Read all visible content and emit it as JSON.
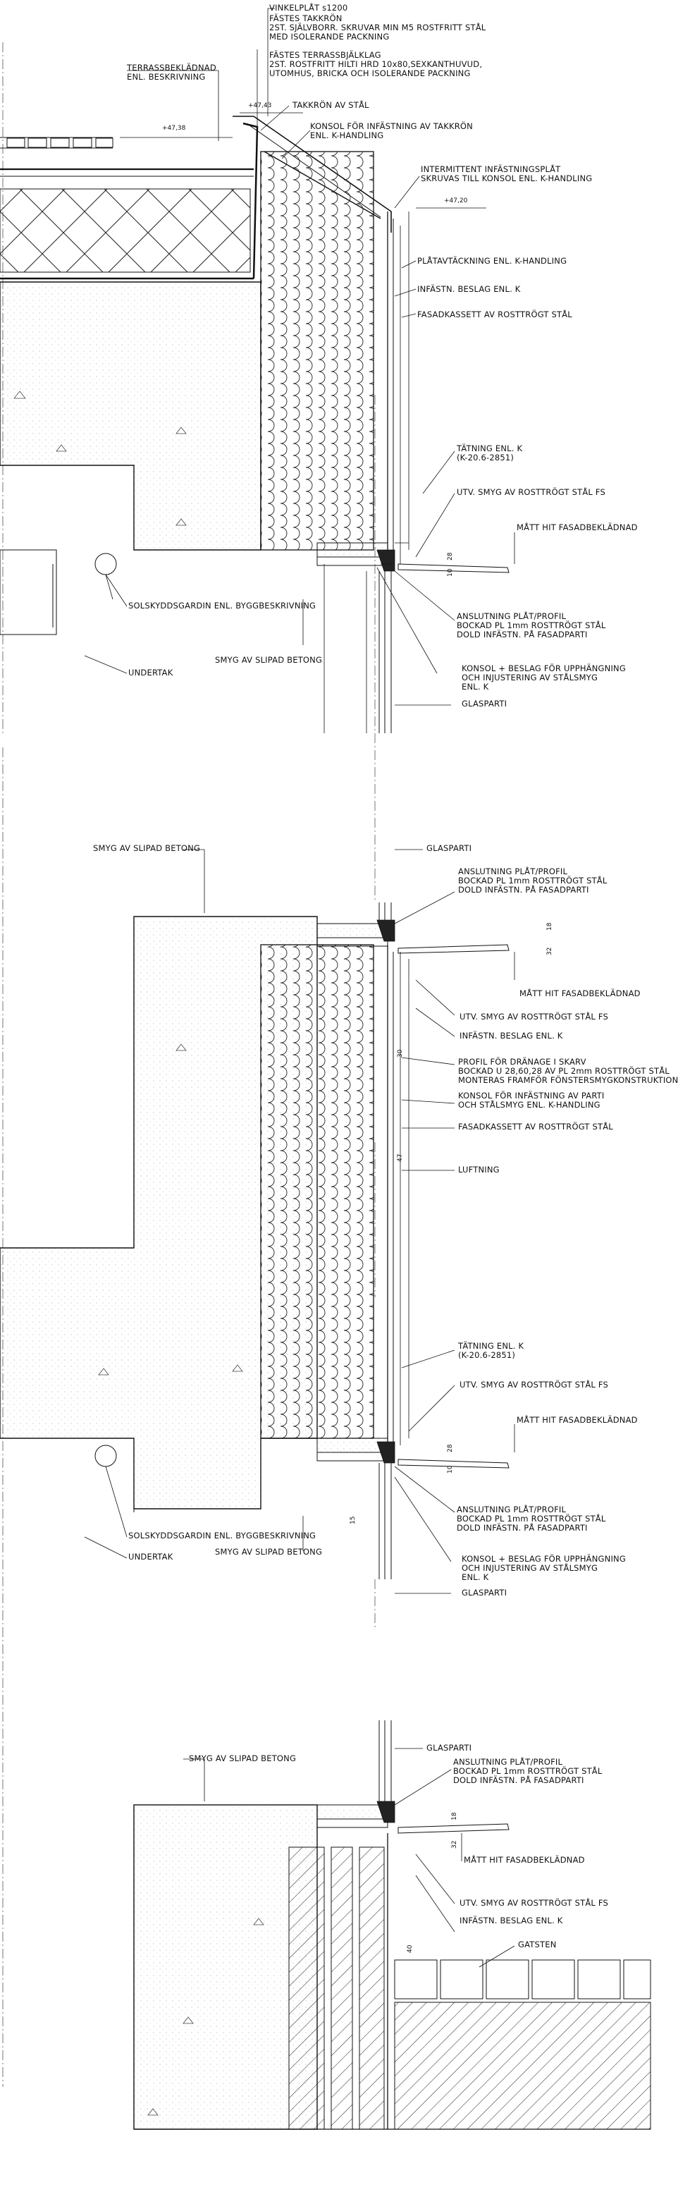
{
  "section1": {
    "vinkelplat": "VINKELPLÅT s1200",
    "fastes_takkron": "FÄSTES TAKKRÖN",
    "st_sjalvborr": "2ST. SJÄLVBORR. SKRUVAR MIN M5 ROSTFRITT STÅL",
    "med_isolerande": "MED ISOLERANDE PACKNING",
    "fastes_terrassbjalklag": "FÄSTES TERRASSBJÄLKLAG",
    "st_rostfritt_hilti": "2ST. ROSTFRITT HILTI HRD 10x80,SEXKANTHUVUD,",
    "utomhus_bricka": "UTOMHUS, BRICKA OCH ISOLERANDE PACKNING",
    "terrassbekladnad": "TERRASSBEKLÄDNAD",
    "enl_beskrivning": "ENL. BESKRIVNING",
    "level_4743": "+47,43",
    "takkron": "TAKKRÖN AV STÅL",
    "level_4738": "+47,38",
    "konsol_takkron_1": "KONSOL FÖR INFÄSTNING AV TAKKRÖN",
    "konsol_takkron_2": "ENL. K-HANDLING",
    "intermittent_1": "INTERMITTENT INFÄSTNINGSPLÅT",
    "intermittent_2": "SKRUVAS TILL KONSOL ENL. K-HANDLING",
    "level_4720": "+47,20",
    "platavtackning": "PLÅTAVTÄCKNING ENL. K-HANDLING",
    "infastn_beslag": "INFÄSTN. BESLAG ENL. K",
    "fasadkassett": "FASADKASSETT AV ROSTTRÖGT STÅL",
    "tatning_1": "TÄTNING ENL. K",
    "tatning_2": "(K-20.6-2851)",
    "utv_smyg": "UTV. SMYG AV ROSTTRÖGT STÅL FS",
    "matt_hit": "MÅTT HIT FASADBEKLÄDNAD",
    "dim_28": "28",
    "dim_10": "10",
    "anslutning_1": "ANSLUTNING PLÅT/PROFIL",
    "anslutning_2": "BOCKAD PL 1mm ROSTTRÖGT STÅL",
    "anslutning_3": "DOLD INFÄSTN. PÅ FASADPARTI",
    "solskydd": "SOLSKYDDSGARDIN ENL. BYGGBESKRIVNING",
    "undertak": "UNDERTAK",
    "smyg_slipad": "SMYG AV SLIPAD BETONG",
    "konsol_beslag_1": "KONSOL + BESLAG FÖR UPPHÄNGNING",
    "konsol_beslag_2": "OCH INJUSTERING AV STÅLSMYG",
    "konsol_beslag_3": "ENL. K",
    "glasparti": "GLASPARTI"
  },
  "section2": {
    "smyg_slipad": "SMYG AV SLIPAD BETONG",
    "glasparti_top": "GLASPARTI",
    "anslutning_1": "ANSLUTNING PLÅT/PROFIL",
    "anslutning_2": "BOCKAD PL 1mm ROSTTRÖGT STÅL",
    "anslutning_3": "DOLD INFÄSTN. PÅ FASADPARTI",
    "dim_18": "18",
    "dim_32": "32",
    "matt_hit": "MÅTT HIT FASADBEKLÄDNAD",
    "utv_smyg": "UTV. SMYG AV ROSTTRÖGT STÅL FS",
    "infastn_beslag": "INFÄSTN. BESLAG ENL. K",
    "dim_30": "30",
    "profil_1": "PROFIL FÖR DRÄNAGE I SKARV",
    "profil_2": "BOCKAD  U  28,60,28 AV PL 2mm ROSTTRÖGT STÅL",
    "profil_3": "MONTERAS FRAMFÖR FÖNSTERSMYGKONSTRUKTION",
    "konsol_parti_1": "KONSOL FÖR INFÄSTNING AV PARTI",
    "konsol_parti_2": "OCH STÅLSMYG ENL. K-HANDLING",
    "fasadkassett": "FASADKASSETT AV ROSTTRÖGT STÅL",
    "dim_47": "47",
    "luftning": "LUFTNING",
    "tatning_1": "TÄTNING ENL. K",
    "tatning_2": "(K-20.6-2851)",
    "utv_smyg_2": "UTV. SMYG AV ROSTTRÖGT STÅL FS",
    "matt_hit_2": "MÅTT HIT FASADBEKLÄDNAD",
    "dim_28": "28",
    "dim_10": "10",
    "anslutning2_1": "ANSLUTNING PLÅT/PROFIL",
    "anslutning2_2": "BOCKAD PL 1mm ROSTTRÖGT STÅL",
    "anslutning2_3": "DOLD INFÄSTN. PÅ FASADPARTI",
    "solskydd": "SOLSKYDDSGARDIN ENL. BYGGBESKRIVNING",
    "undertak": "UNDERTAK",
    "smyg_slipad_2": "SMYG AV SLIPAD BETONG",
    "dim_15": "15",
    "konsol_beslag_1": "KONSOL + BESLAG FÖR UPPHÄNGNING",
    "konsol_beslag_2": "OCH INJUSTERING AV STÅLSMYG",
    "konsol_beslag_3": "ENL. K",
    "glasparti": "GLASPARTI"
  },
  "section3": {
    "smyg_slipad": "SMYG AV SLIPAD BETONG",
    "glasparti": "GLASPARTI",
    "anslutning_1": "ANSLUTNING PLÅT/PROFIL",
    "anslutning_2": "BOCKAD PL 1mm ROSTTRÖGT STÅL",
    "anslutning_3": "DOLD INFÄSTN. PÅ FASADPARTI",
    "dim_18": "18",
    "dim_32": "32",
    "matt_hit": "MÅTT HIT FASADBEKLÄDNAD",
    "utv_smyg": "UTV. SMYG AV ROSTTRÖGT STÅL FS",
    "infastn_beslag": "INFÄSTN. BESLAG ENL. K",
    "gatsten": "GATSTEN",
    "dim_40": "40"
  }
}
